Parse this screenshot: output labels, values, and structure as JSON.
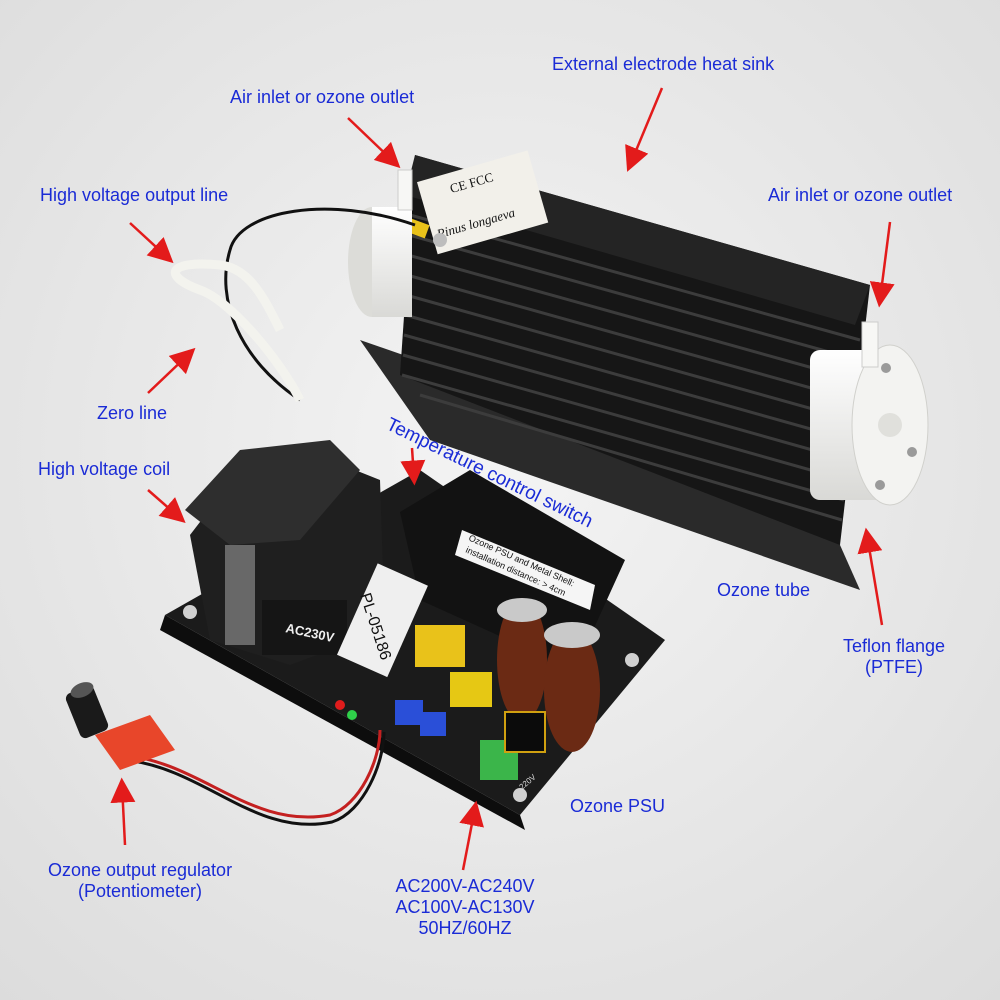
{
  "colors": {
    "label": "#1a2bd6",
    "arrow": "#e31b1b",
    "background": "#ececec",
    "heatsink": "#141414",
    "teflon": "#f4f4f2",
    "pcb": "#1b1b1b"
  },
  "labels": {
    "heat_sink": "External electrode heat sink",
    "air_inlet_left": "Air inlet or ozone outlet",
    "air_inlet_right": "Air inlet or ozone outlet",
    "hv_output_line": "High voltage output line",
    "zero_line": "Zero line",
    "hv_coil": "High voltage coil",
    "temp_switch": "Temperature control switch",
    "ozone_tube": "Ozone tube",
    "teflon_flange_1": "Teflon flange",
    "teflon_flange_2": "(PTFE)",
    "ozone_psu": "Ozone PSU",
    "regulator_1": "Ozone output regulator",
    "regulator_2": "(Potentiometer)",
    "voltage_1": "AC200V-AC240V",
    "voltage_2": "AC100V-AC130V",
    "voltage_3": "50HZ/60HZ"
  },
  "product_text": {
    "cert": "CE FCC",
    "brand": "Pinus longaeva",
    "coil_label": "AC230V",
    "relay_label": "PL-05186",
    "sticker_1": "Ozone PSU and Metal Shell:",
    "sticker_2": "installation distance: > 4cm",
    "board_220": "220V"
  }
}
